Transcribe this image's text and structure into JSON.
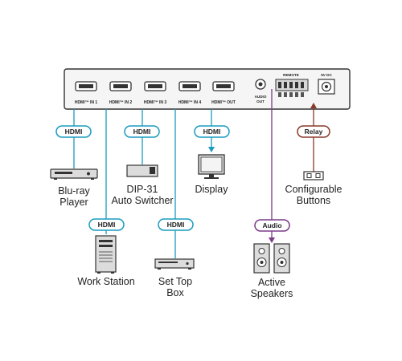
{
  "colors": {
    "hdmi": "#1a9bbf",
    "audio": "#7b3a8a",
    "relay": "#8a3a2a",
    "device_body": "#dcdcdc",
    "outline": "#333333"
  },
  "switcher": {
    "ports": [
      "HDMI™ IN 1",
      "HDMI™ IN 2",
      "HDMI™ IN 3",
      "HDMI™ IN 4",
      "HDMI™ OUT"
    ],
    "audio_out": [
      "AUDIO",
      "OUT"
    ],
    "remote": "REMOTE",
    "dc": "5V DC"
  },
  "connections": {
    "hdmi": "HDMI",
    "audio": "Audio",
    "relay": "Relay"
  },
  "devices": {
    "bluray": [
      "Blu-ray",
      "Player"
    ],
    "workstation": [
      "Work Station"
    ],
    "dip31": [
      "DIP-31",
      "Auto Switcher"
    ],
    "settop": [
      "Set Top",
      "Box"
    ],
    "display": [
      "Display"
    ],
    "buttons": [
      "Configurable",
      "Buttons"
    ],
    "speakers": [
      "Active",
      "Speakers"
    ]
  },
  "icons": {
    "bluray": "bluray-player-icon",
    "workstation": "workstation-tower-icon",
    "dip31": "dip31-switcher-icon",
    "settop": "set-top-box-icon",
    "display": "display-monitor-icon",
    "buttons": "configurable-buttons-icon",
    "speakers": "speakers-icon"
  }
}
